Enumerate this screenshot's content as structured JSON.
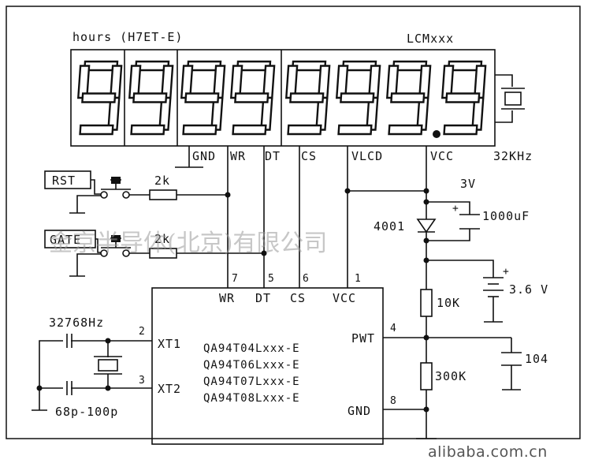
{
  "display": {
    "title": "hours (H7ET-E)",
    "module": "LCMxxx",
    "digits": [
      "9",
      "9",
      "9",
      "9",
      "9",
      "9",
      "9",
      "9"
    ],
    "decimal_after_digit": 7,
    "pins": [
      "GND",
      "WR",
      "DT",
      "CS",
      "VLCD",
      "VCC"
    ],
    "crystal_freq": "32KHz"
  },
  "buttons": [
    {
      "label": "RST",
      "resistor": "2k"
    },
    {
      "label": "GATE",
      "resistor": "2k"
    }
  ],
  "power": {
    "v3": "3V",
    "diode": "4001",
    "cap_big": "1000uF",
    "battery": "3.6 V",
    "r1": "10K",
    "r2": "300K",
    "cap_small": "104",
    "plus": "+"
  },
  "chip": {
    "top_pin_nums": [
      "7",
      "5",
      "6",
      "1"
    ],
    "top_pin_names": [
      "WR",
      "DT",
      "CS",
      "VCC"
    ],
    "left_pins": [
      {
        "num": "2",
        "name": "XT1"
      },
      {
        "num": "3",
        "name": "XT2"
      }
    ],
    "right_pins": [
      {
        "num": "4",
        "name": "PWT"
      },
      {
        "num": "8",
        "name": "GND"
      }
    ],
    "parts": [
      "QA94T04Lxxx-E",
      "QA94T06Lxxx-E",
      "QA94T07Lxxx-E",
      "QA94T08Lxxx-E"
    ]
  },
  "osc": {
    "freq": "32768Hz",
    "caps": "68p-100p"
  },
  "watermark": "金京半导体(北京)有限公司",
  "brand": "alibaba.com.cn"
}
